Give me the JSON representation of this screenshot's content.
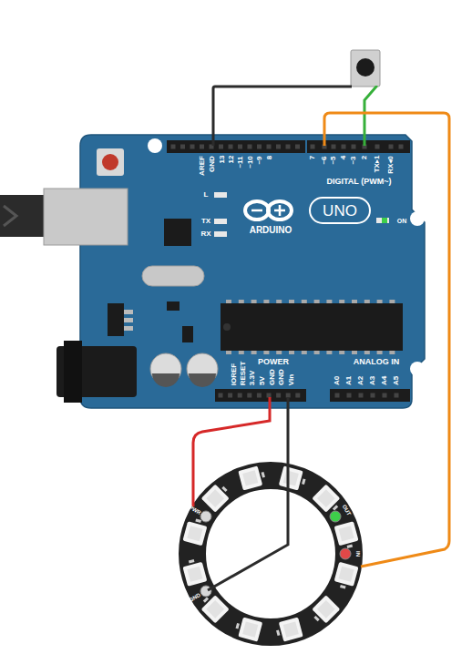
{
  "diagram": {
    "labels": [
      "AREF",
      "GND",
      "13",
      "12",
      "~11",
      "~10",
      "~9",
      "8",
      "7",
      "~6",
      "~5",
      "4",
      "~3",
      "2",
      "TX▸1",
      "RX◂0",
      "DIGITAL (PWM~)",
      "L",
      "TX",
      "RX",
      "ARDUINO",
      "UNO",
      "ON",
      "IOREF",
      "RESET",
      "3.3V",
      "5V",
      "GND",
      "GND",
      "Vin",
      "POWER",
      "ANALOG IN",
      "A0",
      "A1",
      "A2",
      "A3",
      "A4",
      "A5",
      "PWR",
      "GND",
      "OUT",
      "IN"
    ]
  }
}
